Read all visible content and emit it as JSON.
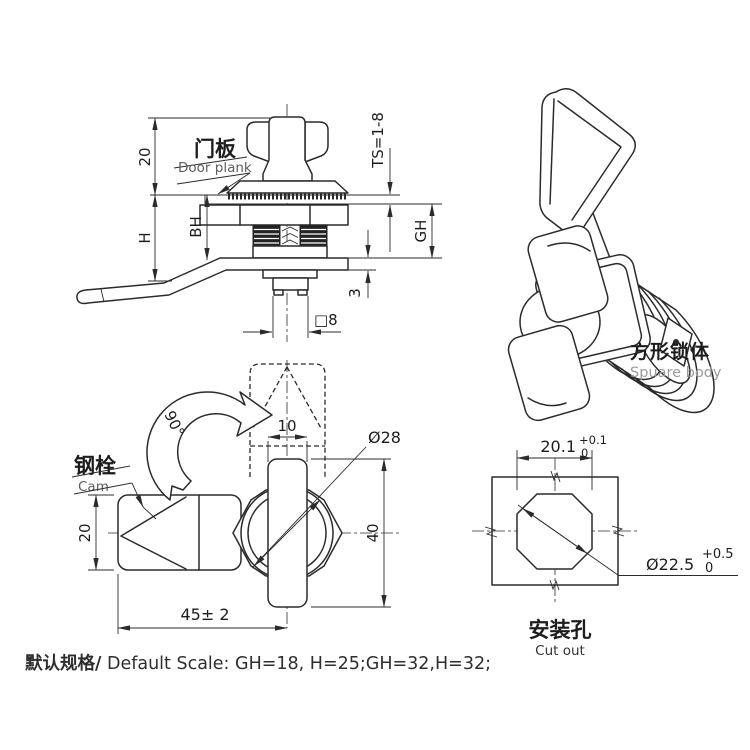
{
  "colors": {
    "line": "#2b2b2b",
    "text": "#1d1d1d",
    "subtitle_gray": "#9a9a9a",
    "background": "#ffffff"
  },
  "side_view": {
    "door_plank_label_cn": "门板",
    "door_plank_label_en": "Door plank",
    "dim_knob_height": "20",
    "dim_h": "H",
    "dim_bh": "BH",
    "dim_ts": "TS=1-8",
    "dim_gh": "GH",
    "dim_cam_thickness": "3",
    "dim_square_shaft": "□8"
  },
  "isometric_view": {
    "label_cn": "方形锁体",
    "label_en": "Spuare body"
  },
  "top_view": {
    "cam_label_cn": "钢栓",
    "cam_label_en": "Cam",
    "rotation_angle": "90°",
    "dim_neck_width": "10",
    "dim_knob_diameter": "Ø28",
    "dim_cam_width": "20",
    "dim_knob_length": "40",
    "dim_overall_length": "45± 2"
  },
  "cutout_view": {
    "label_cn": "安装孔",
    "label_en": "Cut out",
    "dim_width": "20.1",
    "dim_width_tol_upper": "+0.1",
    "dim_width_tol_lower": "0",
    "dim_diameter": "Ø22.5",
    "dim_diameter_tol_upper": "+0.5",
    "dim_diameter_tol_lower": "0"
  },
  "footer": {
    "label_cn": "默认规格/",
    "text": " Default Scale: GH=18, H=25;GH=32,H=32;"
  }
}
